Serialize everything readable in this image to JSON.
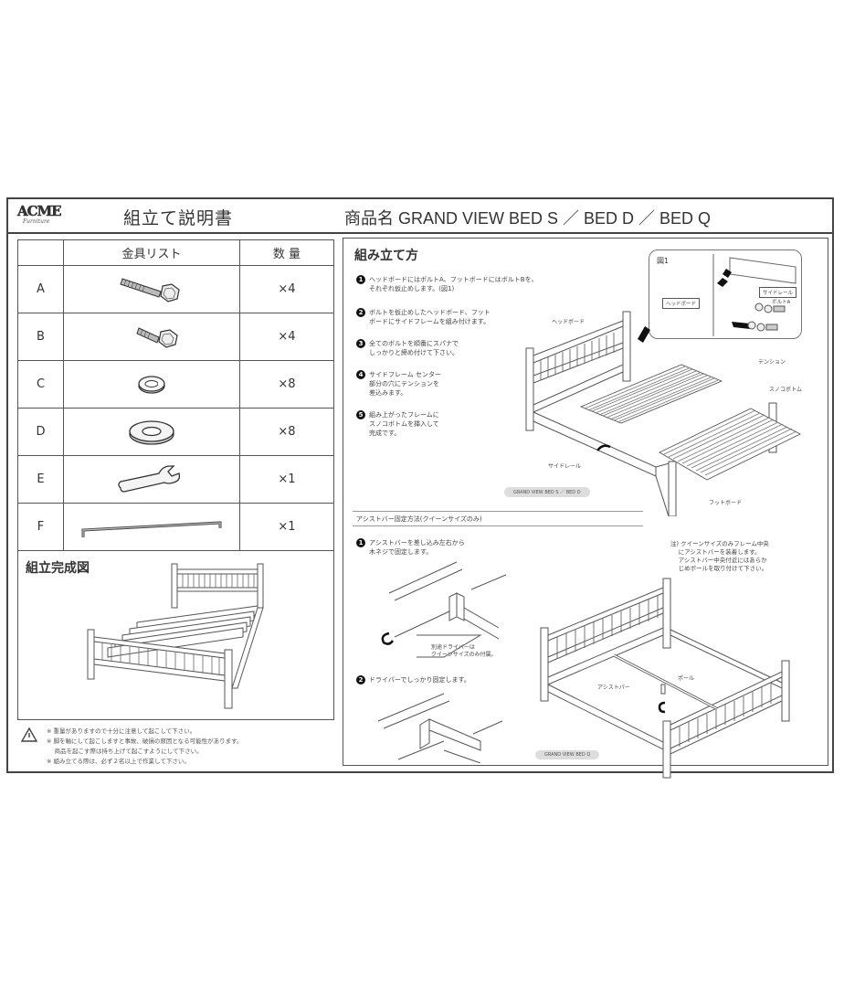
{
  "header": {
    "logo": {
      "brand": "ACME",
      "sub": "Furniture"
    },
    "doc_title": "組立て説明書",
    "product_title": "商品名 GRAND VIEW  BED S ／ BED D ／ BED Q"
  },
  "parts_list": {
    "headers": [
      "",
      "金具リスト",
      "数 量"
    ],
    "rows": [
      {
        "id": "A",
        "item": "bolt-long-icon",
        "qty": "×4"
      },
      {
        "id": "B",
        "item": "bolt-short-icon",
        "qty": "×4"
      },
      {
        "id": "C",
        "item": "spring-washer-icon",
        "qty": "×8"
      },
      {
        "id": "D",
        "item": "flat-washer-icon",
        "qty": "×8"
      },
      {
        "id": "E",
        "item": "wrench-icon",
        "qty": "×1"
      },
      {
        "id": "F",
        "item": "hex-key-icon",
        "qty": "×1"
      }
    ]
  },
  "completed": {
    "title": "組立完成図"
  },
  "warnings": [
    "※ 重量がありますので十分に注意して起こして下さい。",
    "※ 脚を軸にして起こしますと事故、破損の原因となる可能性があります。",
    "　 商品を起こす際は持ち上げて起こすようにして下さい。",
    "※ 組み立てる際は、必ず２名以上で作業して下さい。"
  ],
  "assembly": {
    "title": "組み立て方",
    "steps": [
      {
        "num": "1",
        "lines": [
          "ヘッドボードにはボルトA、フットボードにはボルトBを、",
          "それぞれ仮止めします。(図1)"
        ]
      },
      {
        "num": "2",
        "lines": [
          "ボルトを仮止めしたヘッドボード、フット",
          "ボードにサイドフレームを組み付けます。"
        ]
      },
      {
        "num": "3",
        "lines": [
          "全てのボルトを順番にスパナで",
          "しっかりと締め付けて下さい。"
        ]
      },
      {
        "num": "4",
        "lines": [
          "サイドフレーム センター",
          "部分の穴にテンションを",
          "差込みます。"
        ]
      },
      {
        "num": "5",
        "lines": [
          "組み上がったフレームに",
          "スノコボトムを挿入して",
          "完成です。"
        ]
      }
    ],
    "fig1": {
      "label": "図1",
      "headboard": "ヘッドボード",
      "side_rail": "サイドレール",
      "bolt": "ボルトA"
    },
    "labels": {
      "headboard": "ヘッドボード",
      "tension": "テンション",
      "slat_bottom": "スノコボトム",
      "side_rail": "サイドレール",
      "footboard": "フットボード"
    },
    "model_sd": "GRAND VIEW  BED S ／ BED D",
    "assist": {
      "section_title": "アシストバー固定方法(クイーンサイズのみ)",
      "steps": [
        {
          "num": "1",
          "lines": [
            "アシストバーを差し込み左右から",
            "木ネジで固定します。"
          ]
        },
        {
          "num": "2",
          "lines": [
            "ドライバーでしっかり固定します。"
          ]
        }
      ],
      "driver_note": [
        "別途ドライバーは",
        "クイーンサイズのみ付属。"
      ],
      "note": "注) クイーンサイズのみフレーム中央\n　 にアシストバーを装着します。\n　 アシストバー中央付近にはあらか\n　 じめポールを取り付けて下さい。",
      "labels": {
        "assist_bar": "アシストバー",
        "pole": "ポール"
      },
      "model_q": "GRAND VIEW  BED Q"
    }
  }
}
